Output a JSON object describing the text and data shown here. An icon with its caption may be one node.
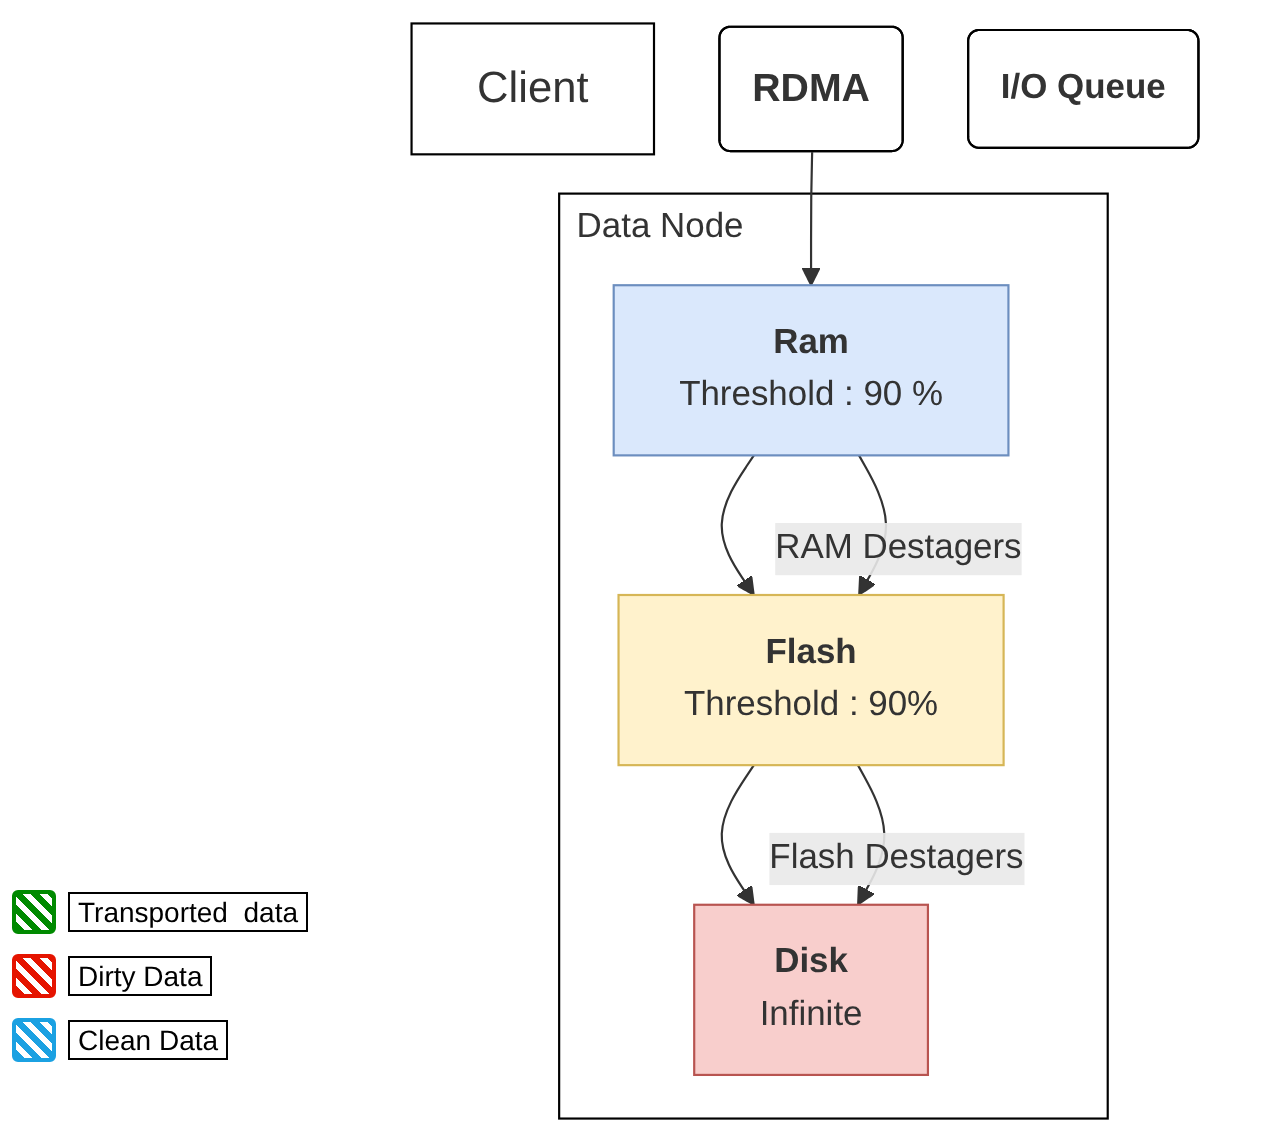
{
  "diagram": {
    "nodes": [
      {
        "text": [
          "Client"
        ]
      },
      {
        "text": [
          "RDMA"
        ]
      },
      {
        "text": [
          "I/O Queue"
        ]
      },
      {
        "text": [
          "Data Node"
        ]
      },
      {
        "text": [
          "Ram",
          "Threshold : 90 %"
        ],
        "in": 3
      },
      {
        "text": [
          "Flash",
          "Threshold : 90%"
        ],
        "in": 3
      },
      {
        "text": [
          "Disk",
          "Infinite"
        ],
        "in": 3
      }
    ],
    "edges": [
      {
        "from": 1,
        "to": 4,
        "arrow": "to"
      },
      {
        "from": 4,
        "to": 5,
        "arrow": "to"
      },
      {
        "from": 5,
        "to": 6,
        "arrow": "to"
      },
      {
        "from": 4,
        "to": 5,
        "arrow": "to",
        "label": "RAM Destagers"
      },
      {
        "from": 5,
        "to": 6,
        "arrow": "to",
        "label": "Flash Destagers"
      }
    ],
    "legend": [
      {
        "text": "Transported  data",
        "color": "#008a00"
      },
      {
        "text": "Dirty Data",
        "color": "#e51400"
      },
      {
        "text": "Clean Data",
        "color": "#1ba1e2"
      }
    ]
  }
}
